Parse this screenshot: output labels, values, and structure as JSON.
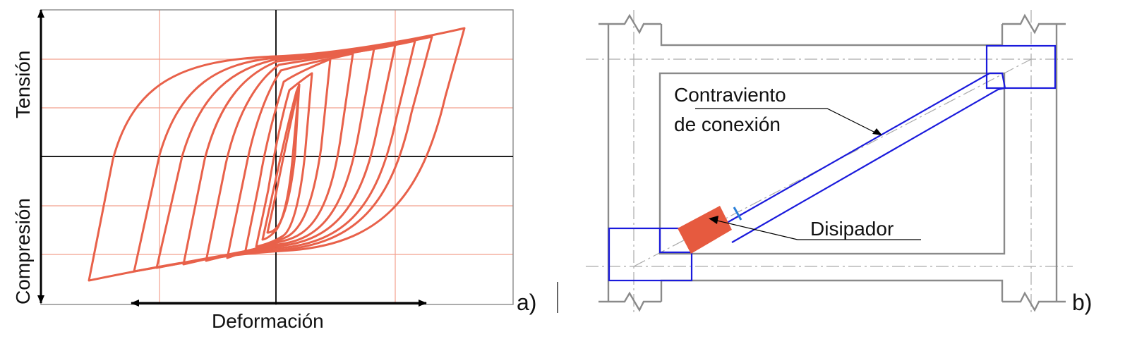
{
  "panel_a": {
    "ylabel_top": "Tensión",
    "ylabel_bottom": "Compresión",
    "xlabel": "Deformación",
    "tag": "a)",
    "curve_color": "#e8614a",
    "grid_color": "#f2a08e"
  },
  "panel_b": {
    "label_brace_1": "Contraviento",
    "label_brace_2": "de conexión",
    "label_dissipator": "Disipador",
    "tag": "b)",
    "frame_color": "#8a8a8a",
    "brace_color": "#1a1adc",
    "dissipator_color": "#e65a3f"
  }
}
